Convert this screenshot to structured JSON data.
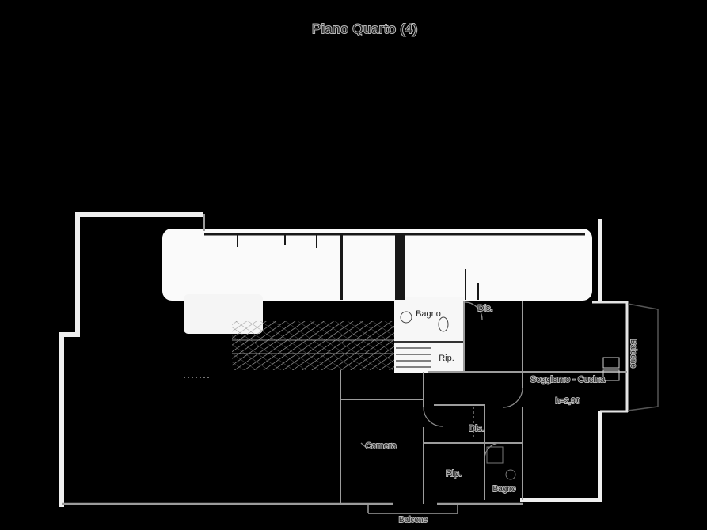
{
  "title": "Piano Quarto (4)",
  "colors": {
    "background": "#000000",
    "wall_white": "#efefef",
    "wall_gray": "#9c9c9c",
    "text_halo": "#b8b8b8"
  },
  "plan": {
    "labels": {
      "bagno_top": "Bagno",
      "dis_top": "Dis.",
      "rip_top": "Rip.",
      "balcone_right": "Balcone",
      "soggiorno": "Soggiorno - Cucina",
      "height_note": "h=2,90",
      "camera": "Camera",
      "dis_mid": "Dis.",
      "rip_bottom": "Rip.",
      "bagno_bottom": "Bagno",
      "balcone_bottom": "Balcone"
    }
  }
}
